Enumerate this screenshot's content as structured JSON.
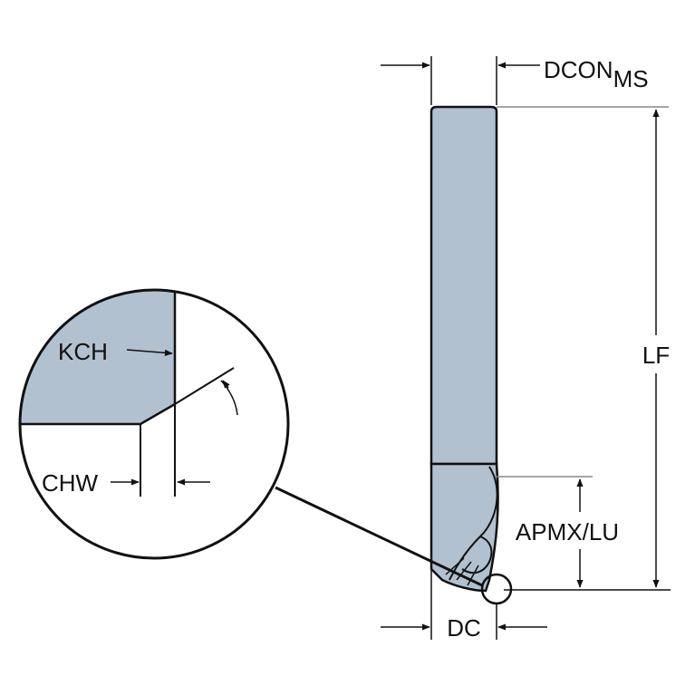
{
  "labels": {
    "dcon": "DCON",
    "dcon_sub": "MS",
    "lf": "LF",
    "apmx_lu": "APMX/LU",
    "dc": "DC",
    "kch": "KCH",
    "chw": "CHW"
  },
  "colors": {
    "tool_fill": "#b2c1d0",
    "line": "#111111",
    "leader": "#888888",
    "background": "#ffffff"
  }
}
